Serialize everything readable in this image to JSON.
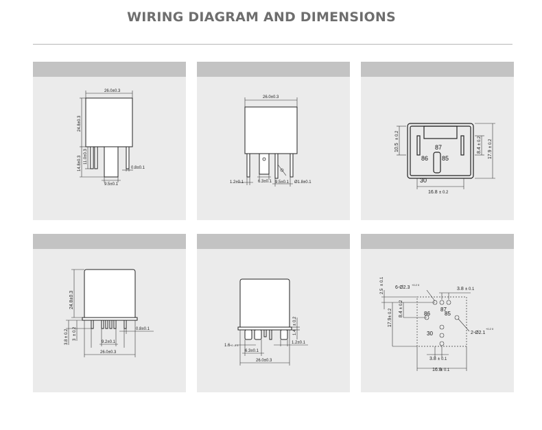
{
  "page": {
    "title": "WIRING DIAGRAM AND DIMENSIONS"
  },
  "panels": [
    {
      "labels": {
        "width": "26.0±0.3",
        "height": "24.8±0.3",
        "pin_length": "14.8±0.3",
        "pin_inner": "11.0±0.3",
        "pin_thick": "0.8±0.1",
        "pin_pitch": "9.5±0.1"
      }
    },
    {
      "labels": {
        "width": "26.0±0.3",
        "tab_width": "6.3±0.1",
        "pin_thick": "1.2±0.1",
        "pin_pitch": "9.5±0.1",
        "hole": "Ø1.8±0.1"
      }
    },
    {
      "labels": {
        "pin87": "87",
        "pin86": "86",
        "pin85": "85",
        "pin30": "30",
        "dim_left": "10.5",
        "tol_left": "± 0.2",
        "dim_right1": "8.4",
        "tol_right1": "± 0.2",
        "dim_right2": "17.9",
        "tol_right2": "± 0.2",
        "dim_bottom": "16.8",
        "tol_bottom": "± 0.2"
      }
    },
    {
      "labels": {
        "height": "24.8±0.3",
        "pin_thick": "0.8±0.1",
        "pin_long": "3.8",
        "tol_long": "± 0.2",
        "pin_short": "3",
        "tol_short": "± 0.2",
        "pin_pitch": "9.2±0.1",
        "width": "26.0±0.3"
      }
    },
    {
      "labels": {
        "pin_height": "1.4",
        "tol_height": "± 0.2",
        "left_thick": "1.6",
        "tol_left_thick": "+0 -0.1",
        "pin_thick": "1.2±0.1",
        "tab_width": "6.3±0.1",
        "width": "26.0±0.3"
      }
    },
    {
      "labels": {
        "holes": "6-Ø2.3",
        "holes_tol": "+0.2 0",
        "top_spacing": "3.8",
        "top_spacing_tol": "± 0.1",
        "offset": "2.5",
        "offset_tol": "± 0.1",
        "pin87": "87",
        "pin86": "86",
        "pin85": "85",
        "pin30": "30",
        "height_total": "17.9",
        "height_total_tol": "± 0.2",
        "height_mid": "8.4",
        "height_mid_tol": "± 0.2",
        "holes2": "2-Ø2.1",
        "holes2_tol": "+0.2 0",
        "bottom_spacing": "3.8",
        "bottom_spacing_tol": "± 0.1",
        "width": "16.8",
        "width_tol": "± 0.1"
      }
    }
  ]
}
